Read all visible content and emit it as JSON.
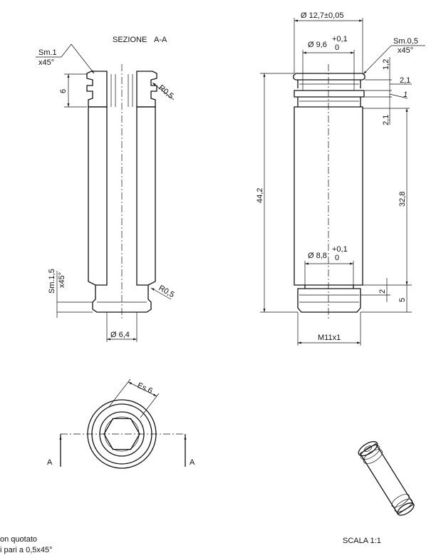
{
  "section_view": {
    "title_prefix": "SEZIONE",
    "title_letters": "A-A",
    "chamfer_top": "Sm.1",
    "chamfer_top_angle": "x45°",
    "groove_height": "6",
    "radius_top": "R0,5",
    "chamfer_bottom": "Sm.1,5",
    "chamfer_bottom_angle": "x45°",
    "radius_bottom": "R0,5",
    "bore_diameter": "Ø 6,4"
  },
  "side_view": {
    "outer_diameter": "Ø 12,7±0,05",
    "groove_diameter": "Ø 9,6",
    "groove_tol_upper": "+0,1",
    "groove_tol_lower": "0",
    "chamfer": "Sm.0,5",
    "chamfer_angle": "x45°",
    "dim_flange": "1,2",
    "dim_groove": "2,1",
    "dim_ring": "1",
    "dim_groove2": "2,1",
    "total_length": "44,2",
    "body_length": "32,8",
    "neck_diameter": "Ø 8,8",
    "neck_tol_upper": "+0,1",
    "neck_tol_lower": "0",
    "dim_neck": "2",
    "dim_thread_len": "5",
    "thread": "M11x1"
  },
  "top_view": {
    "hex_size": "Es.6",
    "section_label_left": "A",
    "section_label_right": "A"
  },
  "iso_view": {
    "scale": "SCALA 1:1"
  },
  "notes": [
    "on quotato",
    "i pari a 0,5x45°"
  ]
}
